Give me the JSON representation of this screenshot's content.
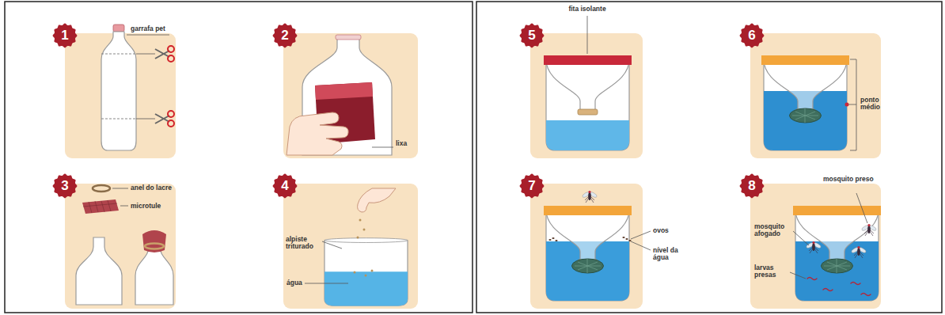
{
  "diagram": {
    "nodes": [
      {
        "text": [
          "1"
        ]
      },
      {
        "text": [
          "2"
        ]
      },
      {
        "text": [
          "3"
        ]
      },
      {
        "text": [
          "4"
        ]
      },
      {
        "text": [
          "5"
        ]
      },
      {
        "text": [
          "6"
        ]
      },
      {
        "text": [
          "7"
        ]
      },
      {
        "text": [
          "8"
        ]
      }
    ],
    "labels": [
      "garrafa pet",
      "lixa",
      "anel do lacre",
      "microtule",
      "alpiste triturado",
      "água",
      "fita isolante",
      "ponto médio",
      "ovos",
      "nível da água",
      "mosquito preso",
      "mosquito afogado",
      "larvas presas"
    ]
  }
}
